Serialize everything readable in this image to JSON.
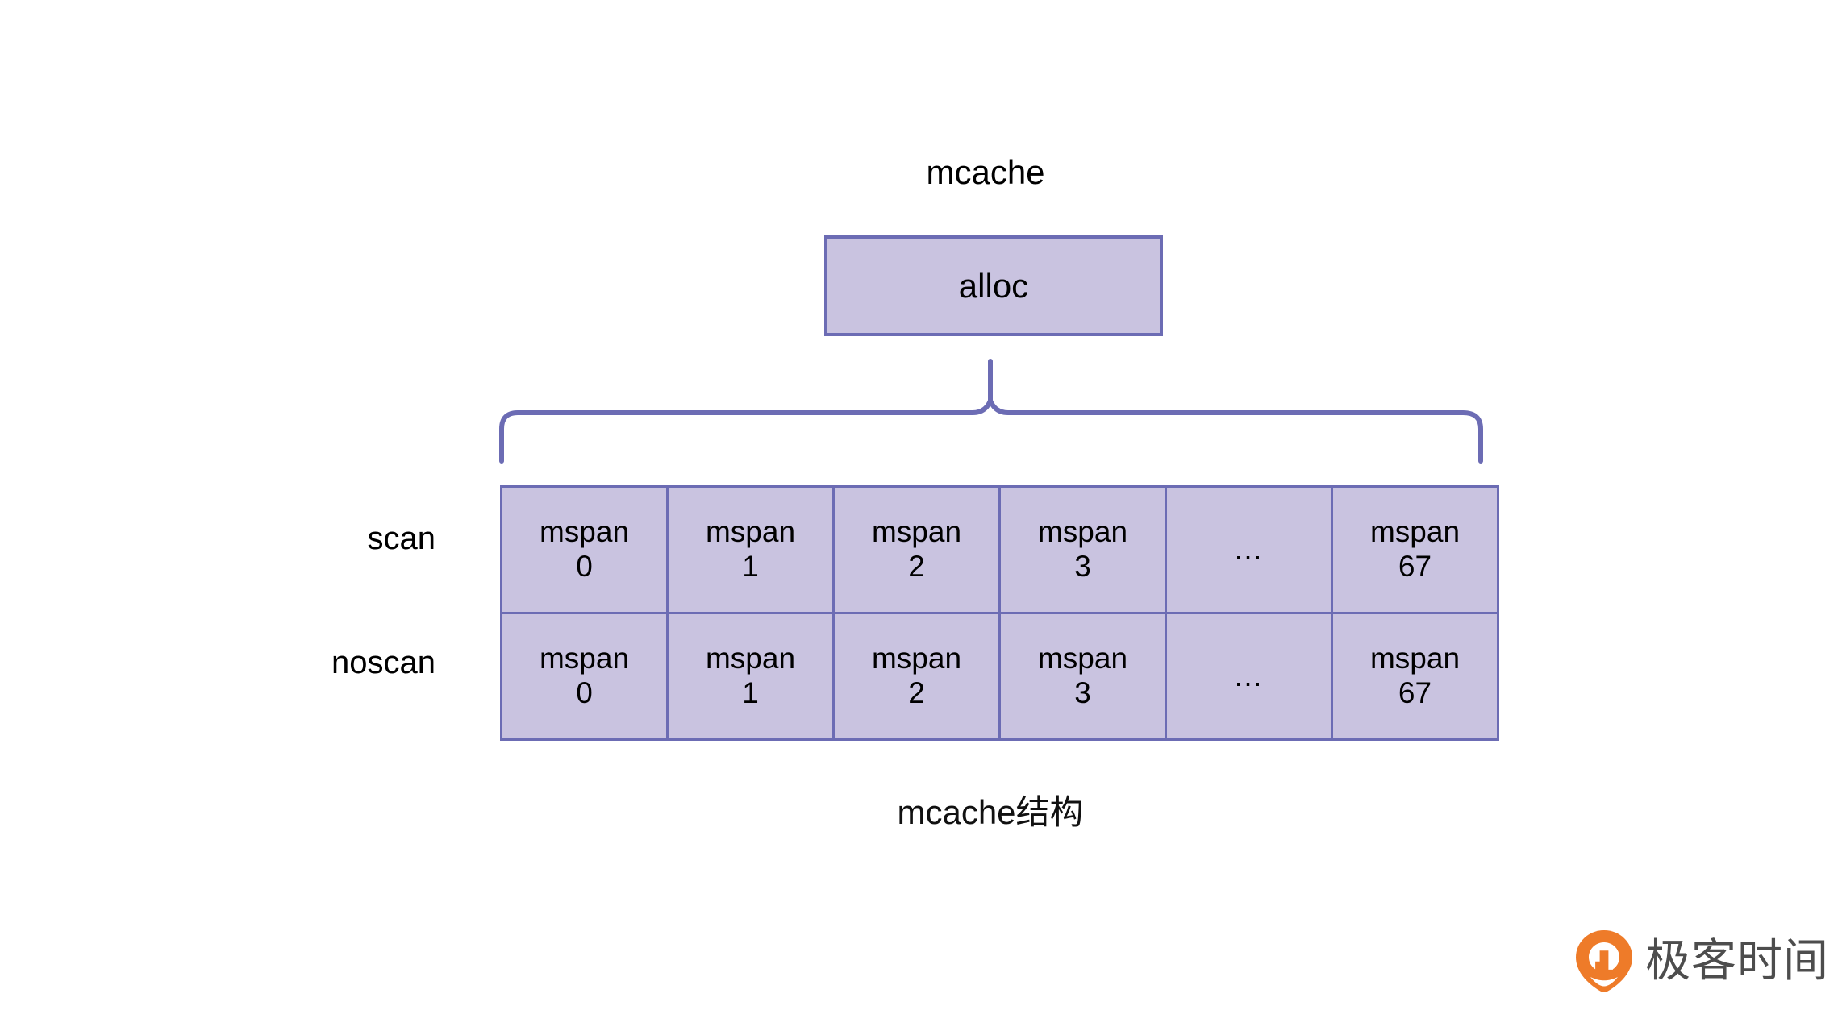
{
  "diagram": {
    "title": "mcache",
    "caption": "mcache结构",
    "colors": {
      "box_fill": "#C9C3E0",
      "box_border": "#6C6CB4",
      "brace_stroke": "#6C6CB4",
      "text": "#000000",
      "background": "#FFFFFF",
      "watermark_orange": "#EE7B29",
      "watermark_text": "#4D4D4D"
    },
    "alloc_box": {
      "label": "alloc"
    },
    "connector": {
      "kind": "curly-brace-down"
    },
    "rows": [
      {
        "label": "scan",
        "cells": [
          {
            "name": "mspan",
            "index": "0"
          },
          {
            "name": "mspan",
            "index": "1"
          },
          {
            "name": "mspan",
            "index": "2"
          },
          {
            "name": "mspan",
            "index": "3"
          },
          {
            "name": "…",
            "index": ""
          },
          {
            "name": "mspan",
            "index": "67"
          }
        ]
      },
      {
        "label": "noscan",
        "cells": [
          {
            "name": "mspan",
            "index": "0"
          },
          {
            "name": "mspan",
            "index": "1"
          },
          {
            "name": "mspan",
            "index": "2"
          },
          {
            "name": "mspan",
            "index": "3"
          },
          {
            "name": "…",
            "index": ""
          },
          {
            "name": "mspan",
            "index": "67"
          }
        ]
      }
    ]
  },
  "watermark": {
    "text": "极客时间",
    "logo_icon": "geektime-pin-icon"
  }
}
